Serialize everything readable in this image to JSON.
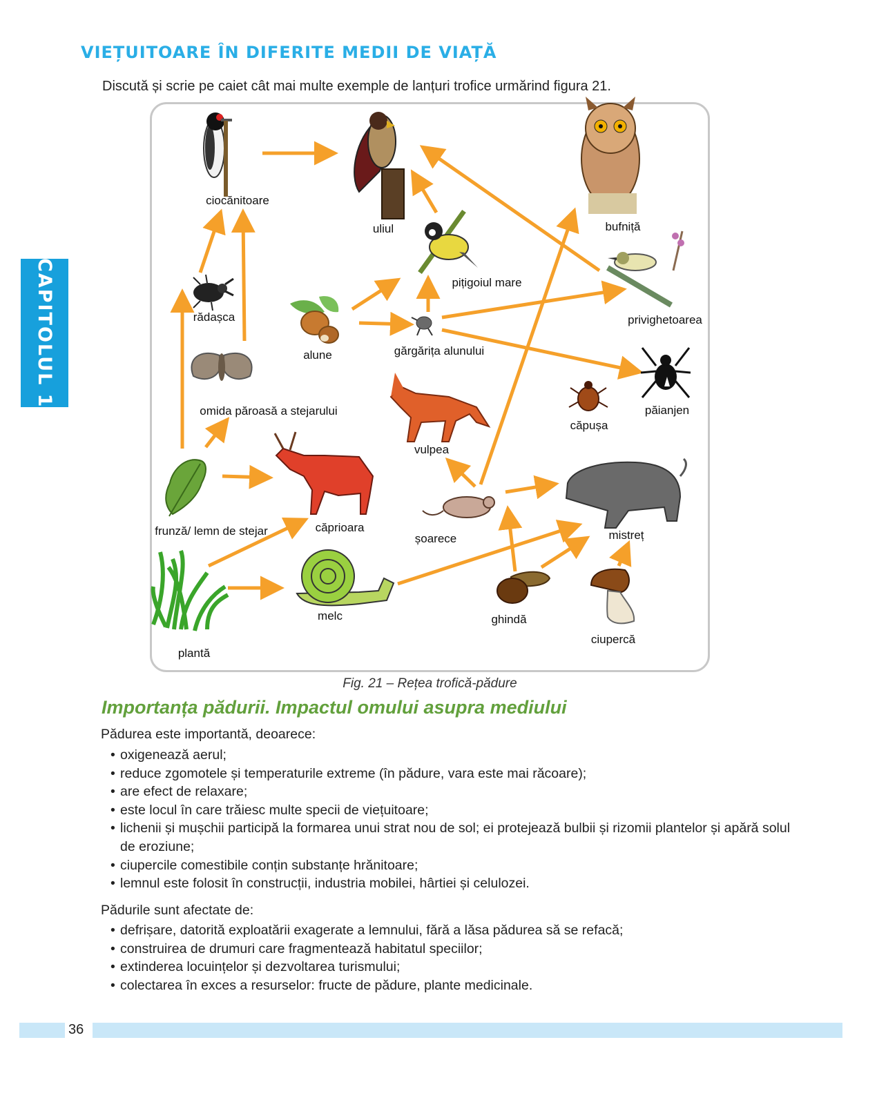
{
  "header": {
    "title": "VIEȚUITOARE ÎN DIFERITE MEDII DE VIAȚĂ"
  },
  "intro": "Discută și scrie pe caiet cât mai multe exemple de lanțuri trofice urmărind figura 21.",
  "chapter_tab": "CAPITOLUL 1",
  "figure": {
    "caption": "Fig. 21 – Rețea trofică-pădure",
    "nodes": {
      "ciocanitoare": "ciocănitoare",
      "uliul": "uliul",
      "bufnita": "bufniță",
      "pitigoiul": "pițigoiul mare",
      "privighetoarea": "privighetoarea",
      "radasca": "rădașca",
      "alune": "alune",
      "gargarita": "gărgărița alunului",
      "paianjen": "păianjen",
      "capusa": "căpușa",
      "omida": "omida păroasă a stejarului",
      "vulpea": "vulpea",
      "frunza": "frunză/ lemn de stejar",
      "caprioara": "căprioara",
      "soarece": "șoarece",
      "mistret": "mistreț",
      "melc": "melc",
      "ghinda": "ghindă",
      "ciuperca": "ciupercă",
      "planta": "plantă"
    },
    "arrow_color": "#f5a02a"
  },
  "section": {
    "title": "Importanța pădurii. Impactul omului asupra mediului",
    "intro1": "Pădurea este importantă, deoarece:",
    "bullets1": [
      "oxigenează aerul;",
      "reduce zgomotele și temperaturile extreme (în pădure, vara este mai răcoare);",
      "are efect de relaxare;",
      "este locul în care trăiesc multe specii de viețuitoare;",
      "lichenii și mușchii participă la formarea unui strat nou de sol; ei protejează bulbii și rizomii plantelor și apără solul de eroziune;",
      "ciupercile comestibile conțin substanțe hrănitoare;",
      "lemnul este folosit în construcții, industria mobilei, hârtiei și celulozei."
    ],
    "intro2": "Pădurile sunt afectate de:",
    "bullets2": [
      "defrișare, datorită exploatării exagerate a lemnului, fără a lăsa pădurea să se refacă;",
      "construirea de drumuri care fragmentează habitatul speciilor;",
      "extinderea locuințelor și dezvoltarea turismului;",
      "colectarea în exces a resurselor: fructe de pădure, plante medicinale."
    ]
  },
  "footer": {
    "page_number": "36"
  },
  "colors": {
    "accent_blue": "#17a0dc",
    "section_green": "#62a03c",
    "footer_bar": "#c9e7f8"
  }
}
